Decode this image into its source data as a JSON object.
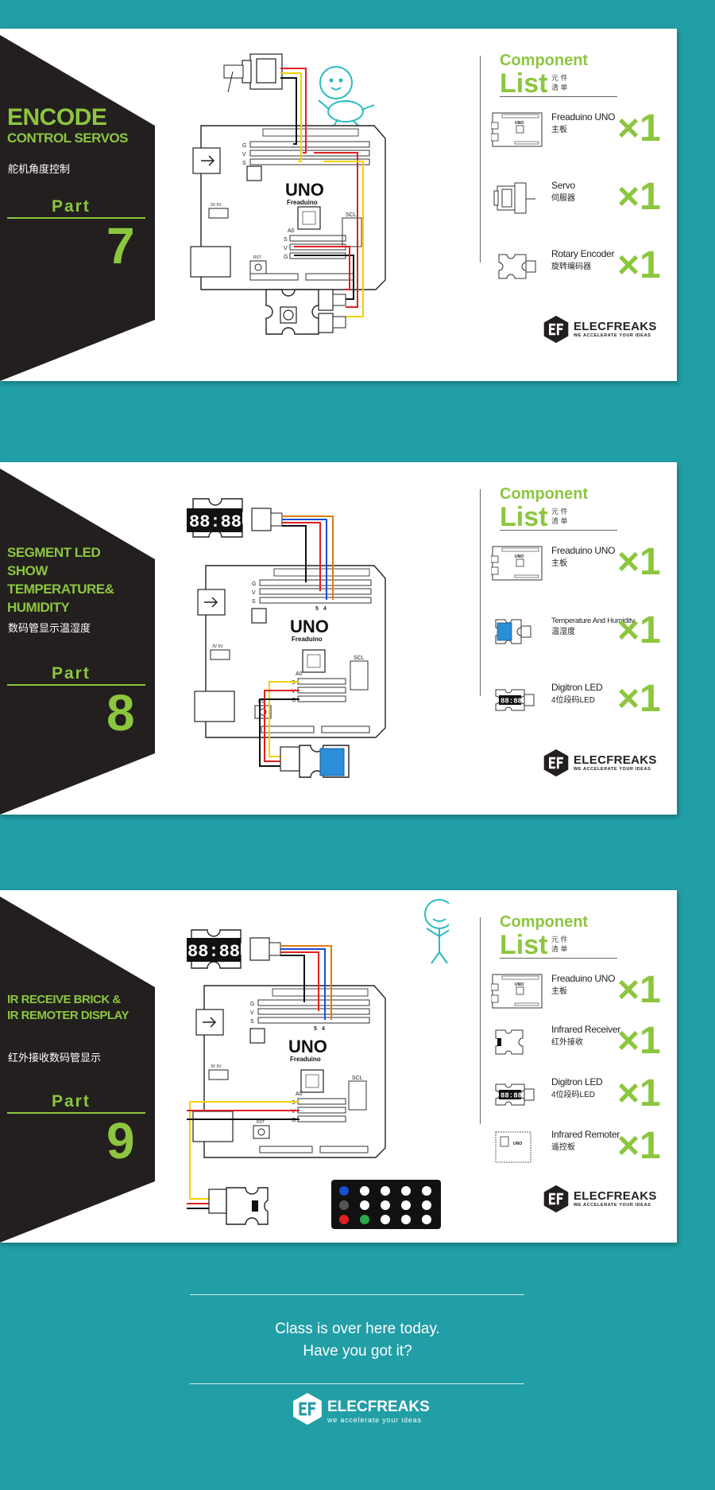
{
  "sections": [
    {
      "title_lines": [
        "ENCODE",
        "CONTROL SERVOS"
      ],
      "subtitle": "舵机角度控制",
      "part_label": "Part",
      "part_number": "7",
      "board_label": "UNO",
      "board_sub": "Freaduino",
      "components_heading": "Component",
      "components_list": "List",
      "components_cn": "元 件 清 单",
      "components": [
        {
          "name": "Freaduino UNO",
          "cn": "主板",
          "qty": "×1",
          "icon": "board-icon"
        },
        {
          "name": "Servo",
          "cn": "伺服器",
          "qty": "×1",
          "icon": "servo-icon"
        },
        {
          "name": "Rotary Encoder",
          "cn": "旋转编码器",
          "qty": "×1",
          "icon": "rotary-encoder-icon"
        }
      ],
      "brand_name": "ELECFREAKS",
      "brand_tagline": "WE ACCELERATE YOUR IDEAS"
    },
    {
      "title_lines": [
        "SEGMENT LED",
        "SHOW",
        "TEMPERATURE&",
        "HUMIDITY"
      ],
      "subtitle": "数码管显示温湿度",
      "part_label": "Part",
      "part_number": "8",
      "board_label": "UNO",
      "board_sub": "Freaduino",
      "segment_display": "88:88",
      "components_heading": "Component",
      "components_list": "List",
      "components_cn": "元 件 清 单",
      "components": [
        {
          "name": "Freaduino UNO",
          "cn": "主板",
          "qty": "×1",
          "icon": "board-icon"
        },
        {
          "name": "Temperature And Humidity",
          "cn": "温湿度",
          "qty": "×1",
          "icon": "temperature-humidity-sensor-icon"
        },
        {
          "name": "Digitron LED",
          "cn": "4位段码LED",
          "qty": "×1",
          "icon": "digitron-led-icon"
        }
      ],
      "brand_name": "ELECFREAKS",
      "brand_tagline": "WE ACCELERATE YOUR IDEAS"
    },
    {
      "title_lines": [
        "IR RECEIVE BRICK &",
        "IR REMOTER DISPLAY"
      ],
      "subtitle": "红外接收数码管显示",
      "part_label": "Part",
      "part_number": "9",
      "board_label": "UNO",
      "board_sub": "Freaduino",
      "segment_display": "88:88",
      "components_heading": "Component",
      "components_list": "List",
      "components_cn": "元 件 清 单",
      "components": [
        {
          "name": "Freaduino UNO",
          "cn": "主板",
          "qty": "×1",
          "icon": "board-icon"
        },
        {
          "name": "Infrared Receiver",
          "cn": "红外接收",
          "qty": "×1",
          "icon": "infrared-receiver-icon"
        },
        {
          "name": "Digitron LED",
          "cn": "4位段码LED",
          "qty": "×1",
          "icon": "digitron-led-icon"
        },
        {
          "name": "Infrared Remoter",
          "cn": "遥控板",
          "qty": "×1",
          "icon": "infrared-remoter-icon"
        }
      ],
      "brand_name": "ELECFREAKS",
      "brand_tagline": "WE ACCELERATE YOUR IDEAS"
    }
  ],
  "footer": {
    "line1": "Class is over here today.",
    "line2": "Have you got it?",
    "brand_name": "ELECFREAKS",
    "brand_tagline": "we accelerate your ideas"
  },
  "colors": {
    "background": "#219ea6",
    "accent_green": "#8cc63f",
    "panel_dark": "#231f1e",
    "wire_red": "#e02020",
    "wire_yellow": "#f5d000",
    "wire_black": "#111111",
    "wire_blue": "#1a4fd0",
    "wire_orange": "#e07a10"
  }
}
